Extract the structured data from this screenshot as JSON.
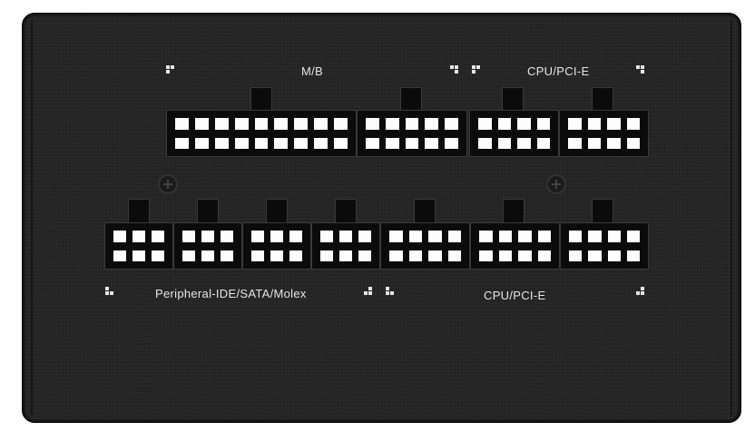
{
  "labels": {
    "mb": "M/B",
    "cpu_pcie_top": "CPU/PCI-E",
    "peripheral": "Peripheral-IDE/SATA/Molex",
    "cpu_pcie_bottom": "CPU/PCI-E"
  },
  "colors": {
    "panel": "#262626",
    "connector": "#0b0b0b",
    "pin": "#fdfdfd",
    "text": "#e6e6e6"
  },
  "connectors": {
    "top_row": [
      {
        "name": "mb-connector-1",
        "pins_per_row": 9
      },
      {
        "name": "mb-connector-2",
        "pins_per_row": 5
      },
      {
        "name": "cpu-pcie-top-connector-1",
        "pins_per_row": 4
      },
      {
        "name": "cpu-pcie-top-connector-2",
        "pins_per_row": 4
      }
    ],
    "bottom_row": [
      {
        "name": "peripheral-connector-1",
        "pins_per_row": 3
      },
      {
        "name": "peripheral-connector-2",
        "pins_per_row": 3
      },
      {
        "name": "peripheral-connector-3",
        "pins_per_row": 3
      },
      {
        "name": "peripheral-connector-4",
        "pins_per_row": 3
      },
      {
        "name": "cpu-pcie-bottom-connector-1",
        "pins_per_row": 4
      },
      {
        "name": "cpu-pcie-bottom-connector-2",
        "pins_per_row": 4
      },
      {
        "name": "cpu-pcie-bottom-connector-3",
        "pins_per_row": 4
      }
    ]
  },
  "icons": [
    "corner-mark-icon",
    "screw-icon"
  ]
}
